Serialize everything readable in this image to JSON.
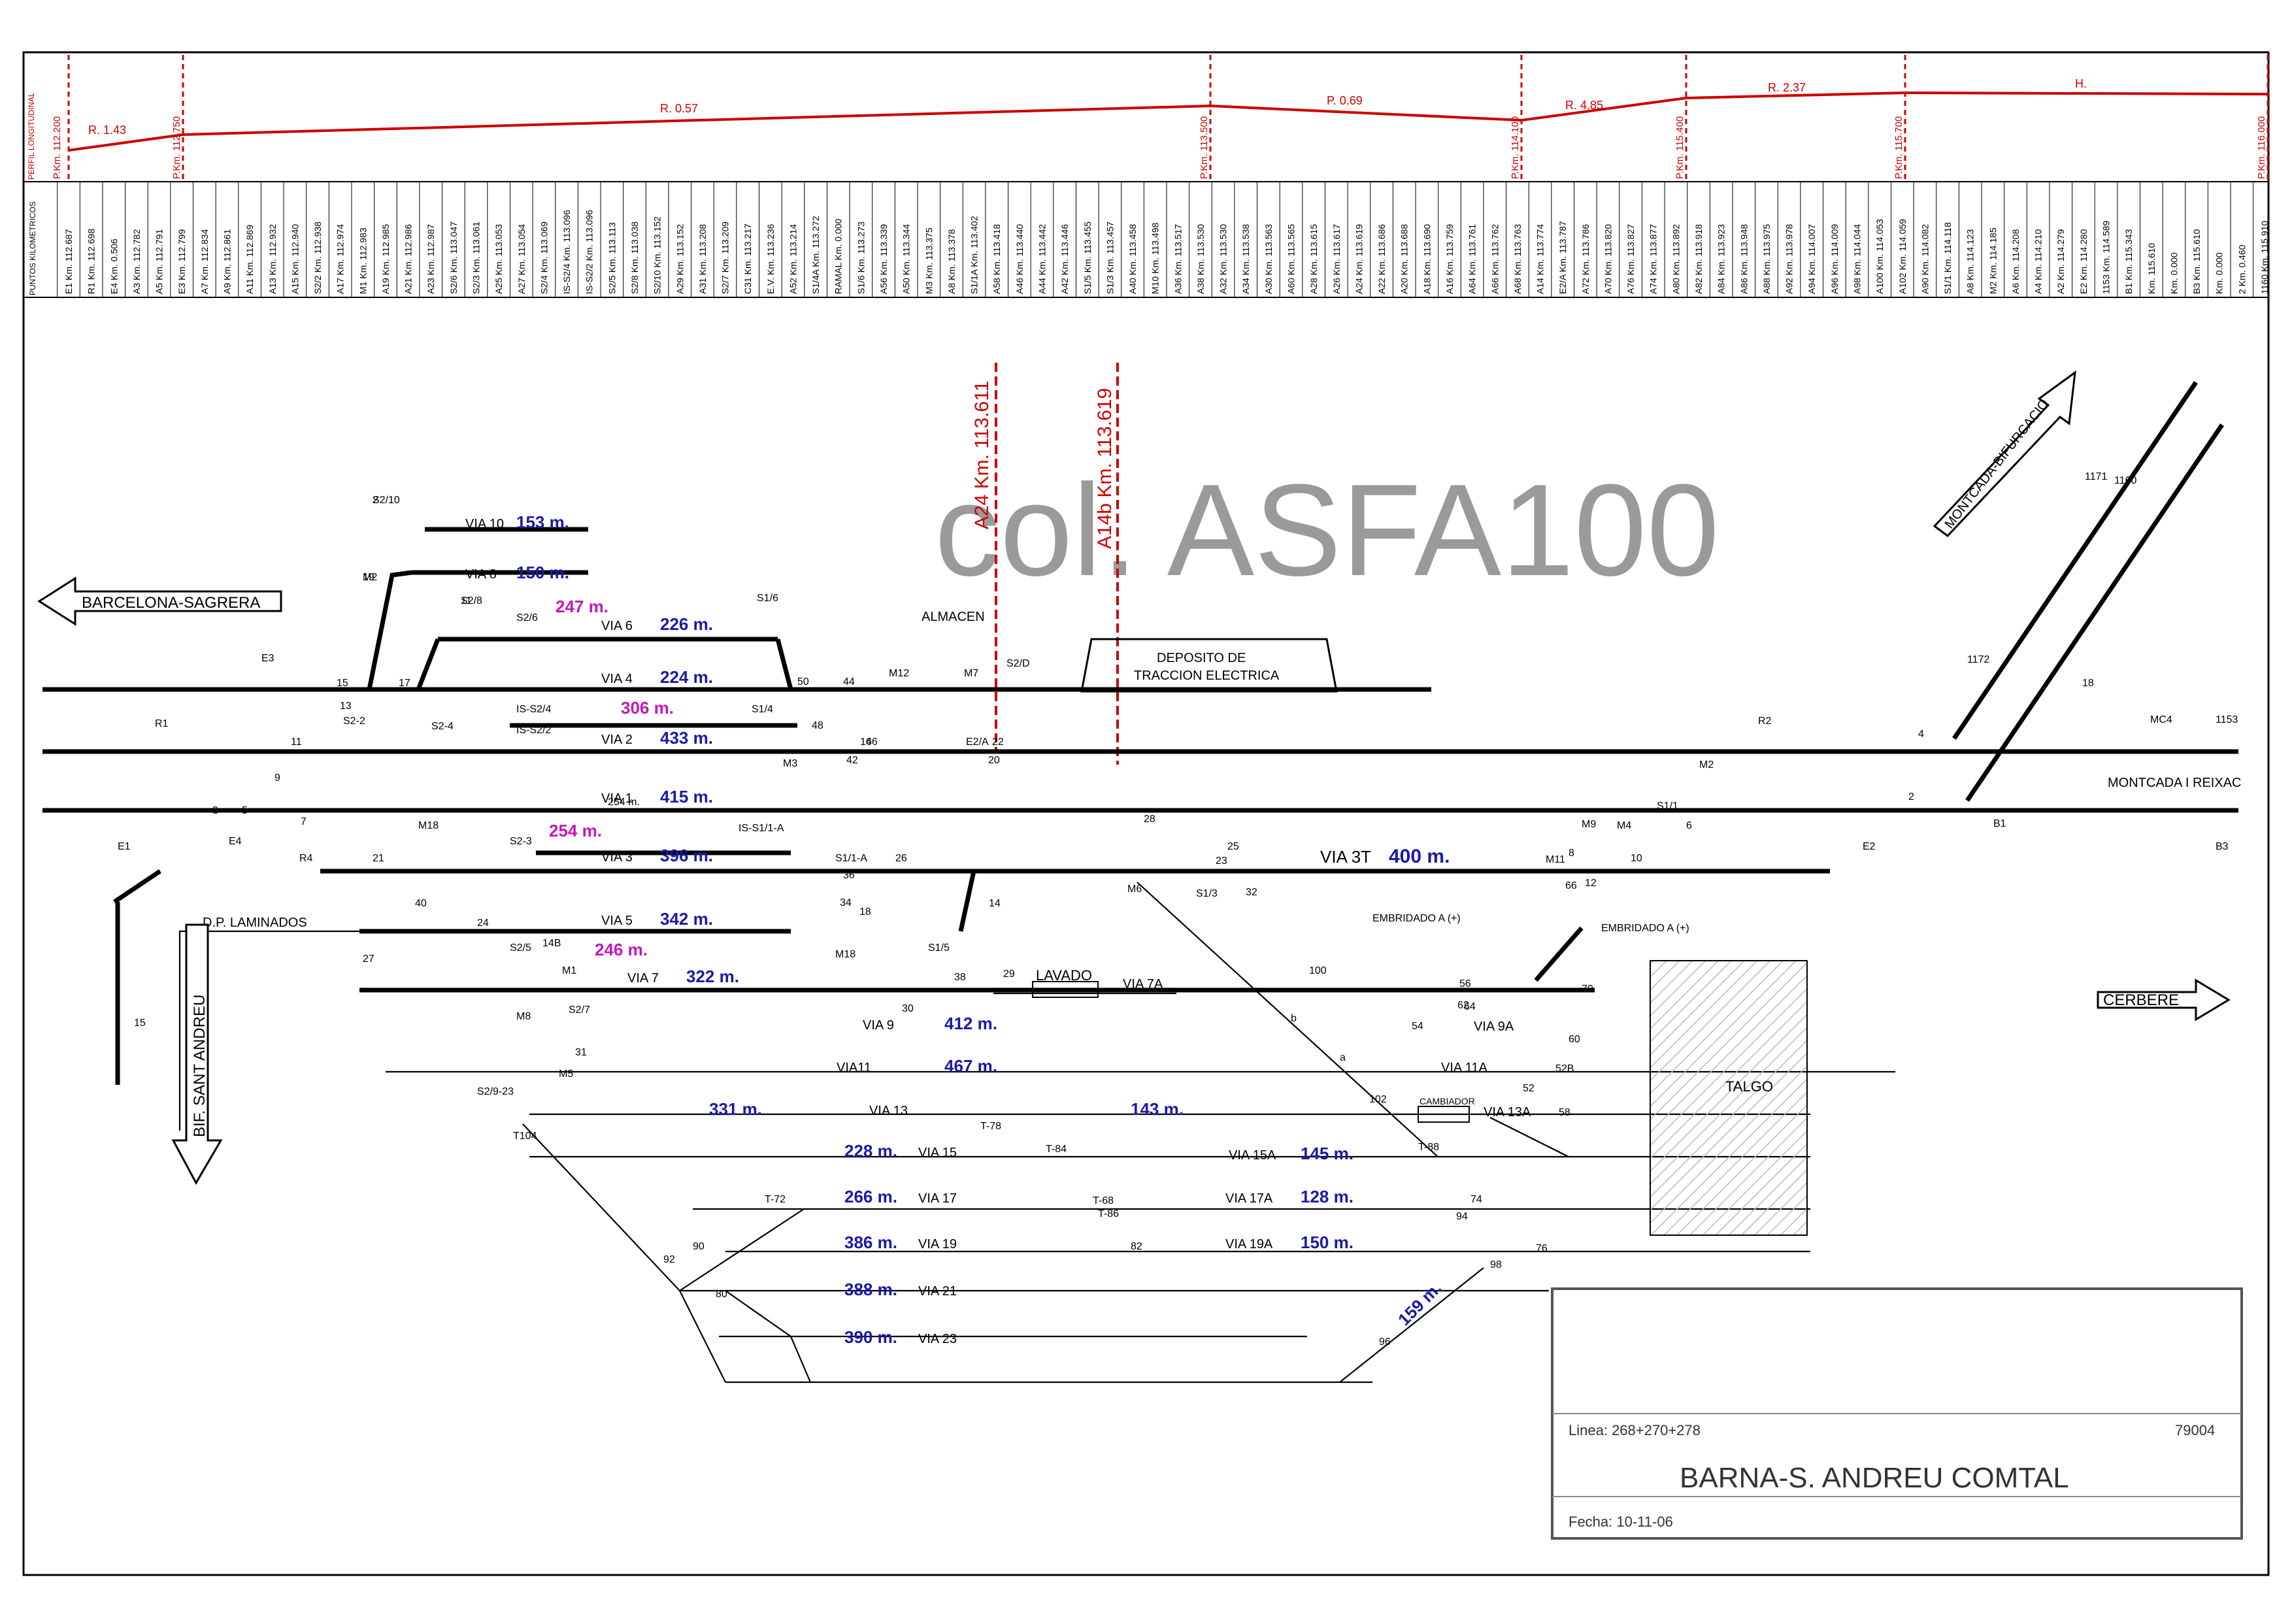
{
  "profile": {
    "side_label": "PERFIL LONGITUDINAL",
    "gradients": [
      "R. 1.43",
      "R. 0.57",
      "P. 0.69",
      "R. 4.85",
      "R. 2.37",
      "H."
    ],
    "pk_marks": [
      "P.Km. 112.200",
      "P.Km. 112.750",
      "P.Km. 113.500",
      "P.Km. 114.100",
      "P.Km. 115.400",
      "P.Km. 115.700",
      "P.Km. 116.000"
    ]
  },
  "km_points": {
    "side_label": "PUNTOS KILOMETRICOS",
    "labels": [
      "E1 Km. 112.687",
      "R1 Km. 112.698",
      "E4 Km. 0.506",
      "A3 Km. 112.782",
      "A5 Km. 112.791",
      "E3 Km. 112.799",
      "A7 Km. 112.834",
      "A9 Km. 112.861",
      "A11 Km. 112.869",
      "A13 Km. 112.932",
      "A15 Km. 112.940",
      "S2/2 Km. 112.938",
      "A17 Km. 112.974",
      "M1 Km. 112.983",
      "A19 Km. 112.985",
      "A21 Km. 112.986",
      "A23 Km. 112.987",
      "S2/6 Km. 113.047",
      "S2/3 Km. 113.061",
      "A25 Km. 113.053",
      "A27 Km. 113.054",
      "S2/4 Km. 113.069",
      "IS-S2/4 Km. 113.096",
      "IS-S2/2 Km. 113.096",
      "S2/5 Km. 113.113",
      "S2/8 Km. 113.038",
      "S2/10 Km. 113.152",
      "A29 Km. 113.152",
      "A31 Km. 113.208",
      "S2/7 Km. 113.209",
      "C31 Km. 113.217",
      "E.V. Km. 113.236",
      "A52 Km. 113.214",
      "S1/4A Km. 113.272",
      "RAMAL Km. 0.000",
      "S1/6 Km. 113.273",
      "A56 Km. 113.339",
      "A50 Km. 113.344",
      "M3 Km. 113.375",
      "A8 Km. 113.378",
      "S1/1A Km. 113.402",
      "A58 Km. 113.418",
      "A46 Km. 113.440",
      "A44 Km. 113.442",
      "A42 Km. 113.446",
      "S1/5 Km. 113.455",
      "S1/3 Km. 113.457",
      "A40 Km. 113.458",
      "M10 Km. 113.498",
      "A36 Km. 113.517",
      "A38 Km. 113.530",
      "A32 Km. 113.530",
      "A34 Km. 113.538",
      "A30 Km. 113.563",
      "A60 Km. 113.565",
      "A28 Km. 113.615",
      "A26 Km. 113.617",
      "A24 Km. 113.619",
      "A22 Km. 113.686",
      "A20 Km. 113.688",
      "A18 Km. 113.690",
      "A16 Km. 113.759",
      "A64 Km. 113.761",
      "A66 Km. 113.762",
      "A68 Km. 113.763",
      "A14 Km. 113.774",
      "E2/A Km. 113.787",
      "A72 Km. 113.786",
      "A70 Km. 113.820",
      "A76 Km. 113.827",
      "A74 Km. 113.877",
      "A80 Km. 113.892",
      "A82 Km. 113.918",
      "A84 Km. 113.923",
      "A86 Km. 113.948",
      "A88 Km. 113.975",
      "A92 Km. 113.978",
      "A94 Km. 114.007",
      "A96 Km. 114.009",
      "A98 Km. 114.044",
      "A100 Km. 114.053",
      "A102 Km. 114.059",
      "A90 Km. 114.082",
      "S1/1 Km. 114.118",
      "A8 Km. 114.123",
      "M2 Km. 114.185",
      "A6 Km. 114.208",
      "A4 Km. 114.210",
      "A2 Km. 114.279",
      "E2 Km. 114.280",
      "1153 Km. 114.589",
      "B1 Km. 115.343",
      "Km. 115.610",
      "Km. 0.000",
      "B3 Km. 115.610",
      "Km. 0.000",
      "2 Km. 0.460",
      "1160 Km. 115.910"
    ]
  },
  "watermark": "col. ASFA100",
  "red_markers": [
    "A24 Km. 113.611",
    "A14b Km. 113.619"
  ],
  "directions": {
    "west": "BARCELONA-SAGRERA",
    "south": "BIF. SANT ANDREU",
    "east": "CERBERE",
    "northeast": "MONTCADA-BIFURCACIO",
    "station_right": "MONTCADA I REIXAC"
  },
  "facilities": {
    "deposit_line1": "DEPOSITO DE",
    "deposit_line2": "TRACCION ELECTRICA",
    "almacen": "ALMACEN",
    "laminados": "D.P. LAMINADOS",
    "lavado": "LAVADO",
    "cambiador": "CAMBIADOR",
    "talgo": "TALGO",
    "embridado": "EMBRIDADO A (+)"
  },
  "tracks": [
    {
      "name": "VIA 10",
      "len": "153 m."
    },
    {
      "name": "VIA 8",
      "len": "150 m."
    },
    {
      "name": "VIA 6",
      "len": "226 m.",
      "extra": "247 m."
    },
    {
      "name": "VIA 4",
      "len": "224 m."
    },
    {
      "name": "VIA 2",
      "len": "433 m.",
      "extra": "306 m."
    },
    {
      "name": "VIA 1",
      "len": "415 m."
    },
    {
      "name": "VIA 3",
      "len": "396 m.",
      "extra": "254 m."
    },
    {
      "name": "VIA 3T",
      "len": "400 m."
    },
    {
      "name": "VIA 5",
      "len": "342 m."
    },
    {
      "name": "VIA 7",
      "len": "322 m.",
      "extra": "246 m."
    },
    {
      "name": "VIA 7A"
    },
    {
      "name": "VIA 9",
      "len": "412 m."
    },
    {
      "name": "VIA 9A"
    },
    {
      "name": "VIA11",
      "len": "467 m."
    },
    {
      "name": "VIA 11A"
    },
    {
      "name": "VIA 13",
      "len": "331 m.",
      "extra": "143 m."
    },
    {
      "name": "VIA 13A"
    },
    {
      "name": "VIA 15",
      "len": "228 m."
    },
    {
      "name": "VIA 15A",
      "len": "145 m."
    },
    {
      "name": "VIA 17",
      "len": "266 m."
    },
    {
      "name": "VIA 17A",
      "len": "128 m."
    },
    {
      "name": "VIA 19",
      "len": "386 m."
    },
    {
      "name": "VIA 19A",
      "len": "150 m."
    },
    {
      "name": "VIA 21",
      "len": "388 m."
    },
    {
      "name": "VIA 23",
      "len": "390 m."
    },
    {
      "name": "diag",
      "len": "159 m."
    }
  ],
  "signals": [
    "S2/10",
    "19",
    "S2/8",
    "S2/6",
    "S1/6",
    "E3",
    "15",
    "17",
    "50",
    "44",
    "M12",
    "M7",
    "S2/D",
    "13",
    "S2-2",
    "11",
    "S2-4",
    "IS-S2/4",
    "IS-S2/2",
    "S1/4",
    "48",
    "16",
    "E2/A",
    "R1",
    "9",
    "3",
    "5",
    "M3",
    "42",
    "46",
    "20",
    "22",
    "7",
    "M18",
    "254 m.",
    "IS-S1/1-A",
    "S2-3",
    "E1",
    "E4",
    "R4",
    "21",
    "S1/1-A",
    "36",
    "26",
    "28",
    "23",
    "25",
    "32",
    "34",
    "18",
    "14",
    "M6",
    "S1/3",
    "40",
    "24",
    "14B",
    "M18",
    "27",
    "S2/5",
    "S1/5",
    "38",
    "M1",
    "29",
    "S2/7",
    "30",
    "M8",
    "31",
    "S2/9-23",
    "M5",
    "T104",
    "100",
    "b",
    "a",
    "102",
    "T-88",
    "T-84",
    "T-78",
    "T-72",
    "T-68",
    "T-86",
    "90",
    "92",
    "82",
    "80",
    "96",
    "98",
    "76",
    "94",
    "74",
    "58",
    "52",
    "52B",
    "60",
    "54",
    "62",
    "56",
    "64",
    "70",
    "66",
    "M11",
    "12",
    "M4",
    "M9",
    "8",
    "10",
    "6",
    "S1/1",
    "M2",
    "R2",
    "4",
    "2",
    "E2",
    "B1",
    "B3",
    "1153",
    "MC4",
    "1171",
    "1160",
    "1172",
    "18",
    "15",
    "2",
    "M2",
    "11"
  ],
  "title_block": {
    "linea": "Linea: 268+270+278",
    "number": "79004",
    "station": "BARNA-S. ANDREU COMTAL",
    "fecha": "Fecha: 10-11-06"
  }
}
